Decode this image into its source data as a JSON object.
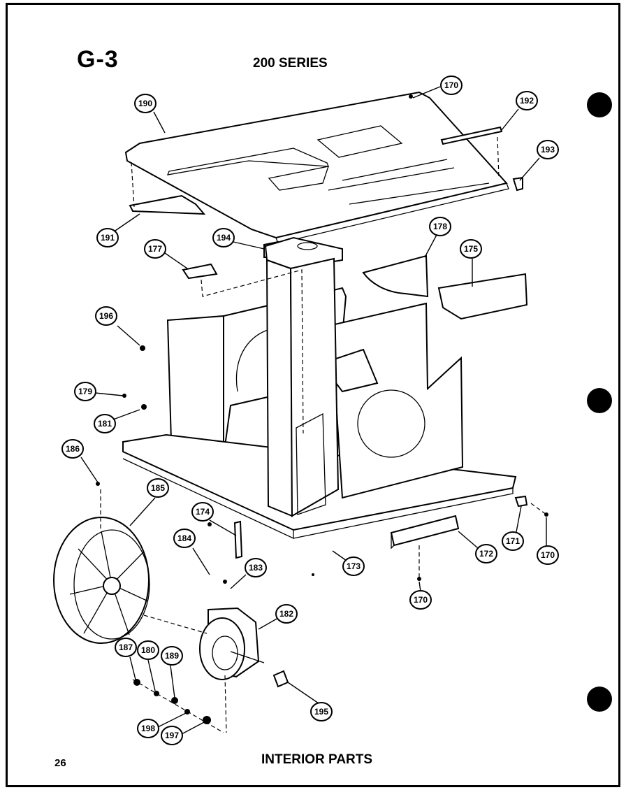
{
  "header": {
    "page_id": "G-3",
    "series": "200 SERIES"
  },
  "footer": {
    "page_number": "26",
    "title": "INTERIOR PARTS"
  },
  "callouts": [
    {
      "label": "170"
    },
    {
      "label": "190"
    },
    {
      "label": "192"
    },
    {
      "label": "193"
    },
    {
      "label": "191"
    },
    {
      "label": "194"
    },
    {
      "label": "177"
    },
    {
      "label": "178"
    },
    {
      "label": "175"
    },
    {
      "label": "196"
    },
    {
      "label": "179"
    },
    {
      "label": "181"
    },
    {
      "label": "186"
    },
    {
      "label": "185"
    },
    {
      "label": "174"
    },
    {
      "label": "184"
    },
    {
      "label": "183"
    },
    {
      "label": "173"
    },
    {
      "label": "172"
    },
    {
      "label": "171"
    },
    {
      "label": "170"
    },
    {
      "label": "170"
    },
    {
      "label": "182"
    },
    {
      "label": "187"
    },
    {
      "label": "180"
    },
    {
      "label": "189"
    },
    {
      "label": "195"
    },
    {
      "label": "198"
    },
    {
      "label": "197"
    }
  ]
}
